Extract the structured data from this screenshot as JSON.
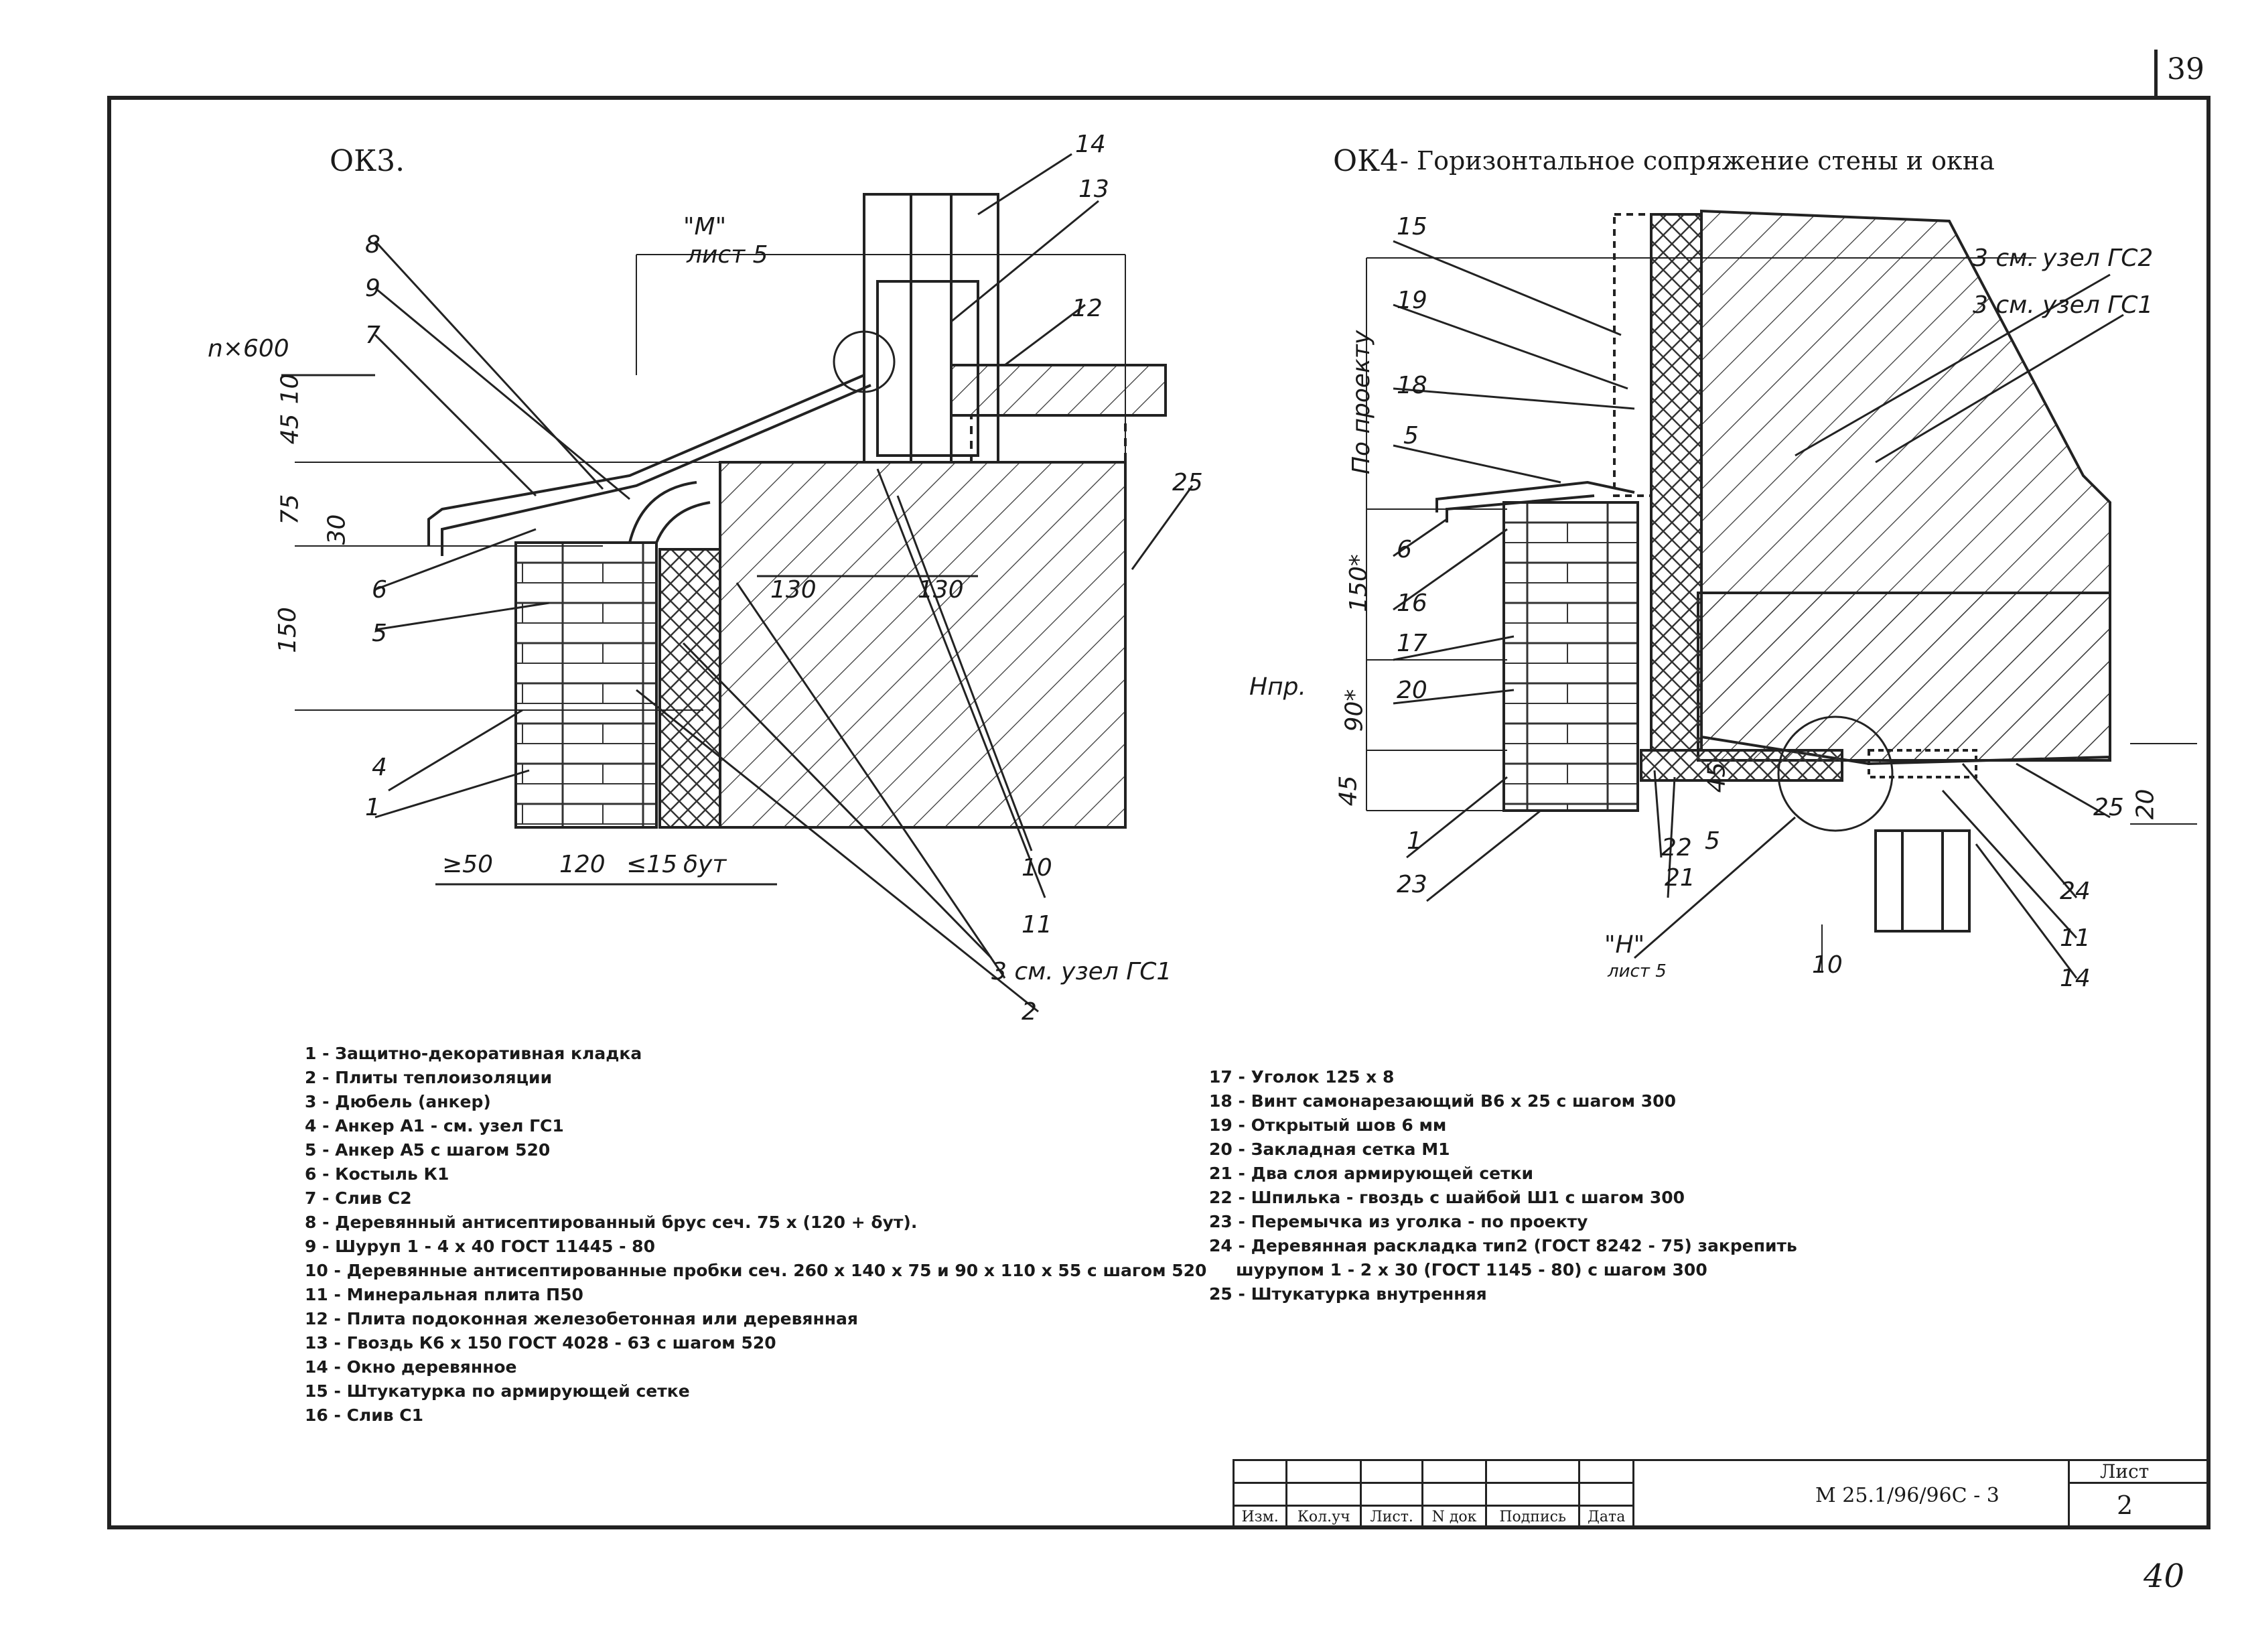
{
  "sheet": {
    "corner_number": "39",
    "page_number_handwritten": "40"
  },
  "ok3": {
    "title": "ОК3.",
    "callout_m": "\"М\"",
    "callout_m_sheet": "лист 5",
    "callout_3_gc1": "3 см. узел ГС1",
    "spacing_label": "n×600",
    "dims": {
      "d10": "10",
      "d45": "45",
      "d75": "75",
      "d30": "30",
      "d150": "150",
      "d130a": "130",
      "d130b": "130",
      "d50": "≥50",
      "d120": "120",
      "d15": "≤15",
      "dut": "δут"
    },
    "markers": [
      "1",
      "2",
      "4",
      "5",
      "6",
      "7",
      "8",
      "9",
      "10",
      "11",
      "12",
      "13",
      "14",
      "25"
    ]
  },
  "ok4": {
    "title": "ОК4",
    "subtitle": "- Горизонтальное сопряжение стены и окна",
    "callout_gc2": "3 см. узел ГС2",
    "callout_gc1": "3 см. узел ГС1",
    "vertical_label": "По проекту",
    "h_label": "Hпр.",
    "callout_h": "\"Н\"",
    "callout_h_sheet": "лист 5",
    "dims": {
      "d150": "150*",
      "d90": "90*",
      "d45": "45",
      "d45b": "45",
      "d5": "5",
      "d10": "10",
      "d20": "20"
    },
    "markers": [
      "1",
      "5",
      "6",
      "11",
      "14",
      "15",
      "16",
      "17",
      "18",
      "19",
      "20",
      "21",
      "22",
      "23",
      "24",
      "25"
    ]
  },
  "legend_left": [
    "1 - Защитно-декоративная кладка",
    "2 - Плиты теплоизоляции",
    "3 - Дюбель (анкер)",
    "4 - Анкер А1 - см. узел ГС1",
    "5 - Анкер А5 с шагом 520",
    "6 - Костыль К1",
    "7 - Слив С2",
    "8 - Деревянный антисептированный брус сеч. 75 х (120 + δут).",
    "9 - Шуруп 1 - 4 х 40 ГОСТ 11445 - 80",
    "10 - Деревянные антисептированные пробки сеч. 260 х 140 х 75 и 90 х 110 х 55 с шагом 520",
    "11 - Минеральная плита П50",
    "12 - Плита подоконная железобетонная или деревянная",
    "13 - Гвоздь К6 х 150 ГОСТ 4028 - 63 с шагом 520",
    "14 - Окно деревянное",
    "15 - Штукатурка по армирующей сетке",
    "16 - Слив С1"
  ],
  "legend_right": [
    "17 - Уголок 125 х 8",
    "18 - Винт самонарезающий В6 х 25 с шагом 300",
    "19 - Открытый шов 6 мм",
    "20 - Закладная сетка М1",
    "21 - Два слоя армирующей сетки",
    "22 - Шпилька - гвоздь с шайбой Ш1 с шагом 300",
    "23 - Перемычка из уголка - по проекту",
    "24 - Деревянная раскладка тип2 (ГОСТ 8242 - 75) закрепить",
    "шурупом 1 - 2 х 30 (ГОСТ 1145 - 80) с шагом 300",
    "25 - Штукатурка внутренняя"
  ],
  "title_block": {
    "headers": [
      "Изм.",
      "Кол.уч",
      "Лист.",
      "N док",
      "Подпись",
      "Дата"
    ],
    "doc_code": "М 25.1/96/96С - 3",
    "sheet_label": "Лист",
    "sheet_value": "2"
  }
}
